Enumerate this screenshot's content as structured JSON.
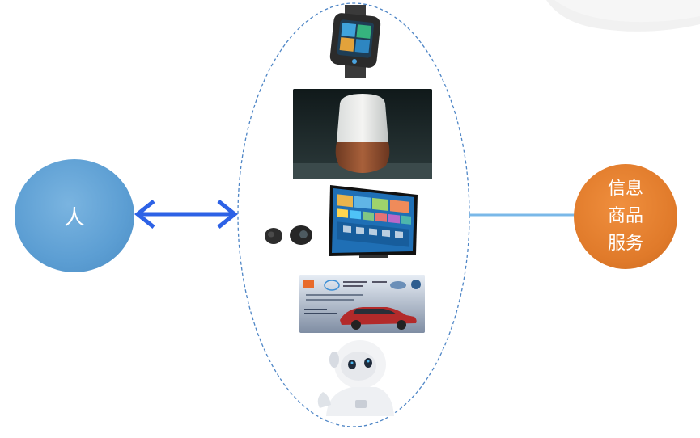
{
  "person": {
    "label": "人",
    "color": "#5c9ed3"
  },
  "service": {
    "lines": [
      "信息",
      "商品",
      "服务"
    ],
    "color": "#e07a2a"
  },
  "connector": {
    "color": "#2d62e6",
    "line_color": "#7ab8e8"
  },
  "devices": {
    "icons": [
      "smartwatch-icon",
      "smart-speaker-icon",
      "smart-tv-icon",
      "earbuds-icon",
      "car-ad-icon",
      "robot-icon"
    ]
  }
}
